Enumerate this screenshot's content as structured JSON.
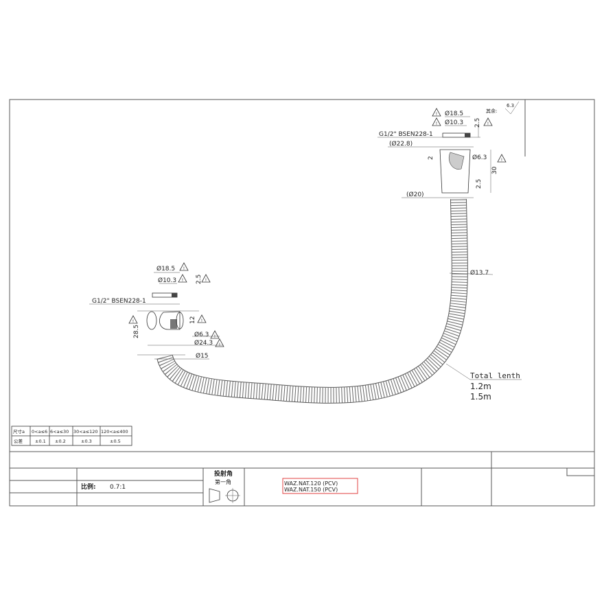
{
  "drawing": {
    "surface_finish": {
      "label": "其余:",
      "value": "6.3"
    },
    "top_fitting": {
      "thread": "G1/2\" BSEN228-1",
      "d_outer": "Ø18.5",
      "d_inner": "Ø10.3",
      "thickness": "2.5",
      "d_body": "(Ø22.8)",
      "gap": "2",
      "d_hole": "Ø6.3",
      "height": "30",
      "wall": "2.5",
      "d_base": "(Ø20)"
    },
    "hose": {
      "diameter": "Ø13.7"
    },
    "left_fitting": {
      "thread": "G1/2\" BSEN228-1",
      "d_outer": "Ø18.5",
      "d_inner": "Ø10.3",
      "thickness": "2.5",
      "height": "28.5",
      "hole_h": "12",
      "d_hole": "Ø6.3",
      "d_body": "Ø24.3",
      "d_neck": "Ø15"
    },
    "total_length": {
      "label": "Total lenth",
      "values": [
        "1.2m",
        "1.5m"
      ]
    },
    "warning_icon": "warning-triangle-icon"
  },
  "tolerance_table": {
    "headers": [
      "尺寸a",
      "0<a≤6",
      "6<a≤30",
      "30<a≤120",
      "120<a≤400"
    ],
    "row": [
      "公差",
      "±0.1",
      "±0.2",
      "±0.3",
      "±0.5"
    ]
  },
  "title_block": {
    "scale_label": "比例:",
    "scale_value": "0.7:1",
    "projection_label": "投射角",
    "projection_value": "第一角",
    "models": [
      "WAZ.NAT.120 (PCV)",
      "WAZ.NAT.150 (PCV)"
    ],
    "highlight_color": "#e04040"
  }
}
